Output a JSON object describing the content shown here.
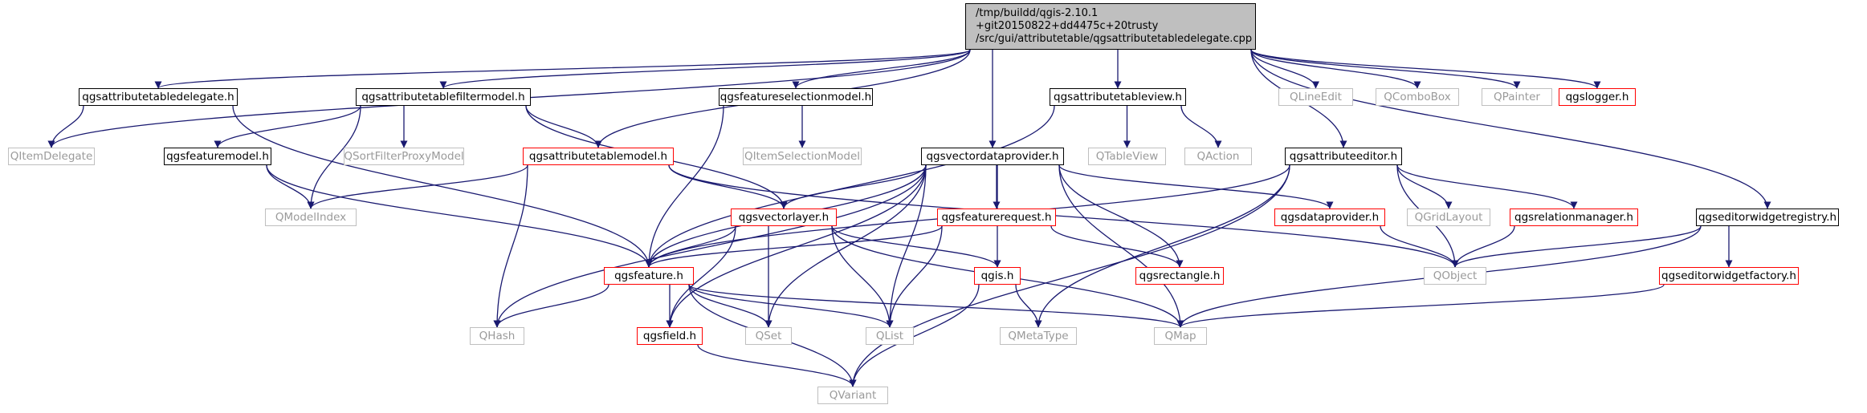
{
  "colors": {
    "edge": "#191970",
    "node_border_black": "#000000",
    "node_border_red": "#ff0000",
    "node_border_grey": "#bfbfbf",
    "grey_text": "#9a9a9a",
    "root_fill": "#bfbfbf"
  },
  "root": {
    "lines": [
      "/tmp/buildd/qgis-2.10.1",
      "+git20150822+dd4475c+20trusty",
      "/src/gui/attributetable/qgsattributetabledelegate.cpp"
    ]
  },
  "nodes": {
    "qgsattributetabledelegate_h": {
      "label": "qgsattributetabledelegate.h",
      "kind": "black"
    },
    "qgsattributetablefiltermodel_h": {
      "label": "qgsattributetablefiltermodel.h",
      "kind": "black"
    },
    "qgsfeatureselectionmodel_h": {
      "label": "qgsfeatureselectionmodel.h",
      "kind": "black"
    },
    "qgsattributetableview_h": {
      "label": "qgsattributetableview.h",
      "kind": "black"
    },
    "QLineEdit": {
      "label": "QLineEdit",
      "kind": "grey"
    },
    "QComboBox": {
      "label": "QComboBox",
      "kind": "grey"
    },
    "QPainter": {
      "label": "QPainter",
      "kind": "grey"
    },
    "qgslogger_h": {
      "label": "qgslogger.h",
      "kind": "red"
    },
    "QItemDelegate": {
      "label": "QItemDelegate",
      "kind": "grey"
    },
    "qgsfeaturemodel_h": {
      "label": "qgsfeaturemodel.h",
      "kind": "black"
    },
    "QSortFilterProxyModel": {
      "label": "QSortFilterProxyModel",
      "kind": "grey"
    },
    "qgsattributetablemodel_h": {
      "label": "qgsattributetablemodel.h",
      "kind": "red"
    },
    "QItemSelectionModel": {
      "label": "QItemSelectionModel",
      "kind": "grey"
    },
    "qgsvectordataprovider_h": {
      "label": "qgsvectordataprovider.h",
      "kind": "black"
    },
    "QTableView": {
      "label": "QTableView",
      "kind": "grey"
    },
    "QAction": {
      "label": "QAction",
      "kind": "grey"
    },
    "qgsattributeeditor_h": {
      "label": "qgsattributeeditor.h",
      "kind": "black"
    },
    "QModelIndex": {
      "label": "QModelIndex",
      "kind": "grey"
    },
    "qgsvectorlayer_h": {
      "label": "qgsvectorlayer.h",
      "kind": "red"
    },
    "qgsfeaturerequest_h": {
      "label": "qgsfeaturerequest.h",
      "kind": "red"
    },
    "qgsdataprovider_h": {
      "label": "qgsdataprovider.h",
      "kind": "red"
    },
    "QGridLayout": {
      "label": "QGridLayout",
      "kind": "grey"
    },
    "qgsrelationmanager_h": {
      "label": "qgsrelationmanager.h",
      "kind": "red"
    },
    "qgseditorwidgetregistry_h": {
      "label": "qgseditorwidgetregistry.h",
      "kind": "black"
    },
    "qgsfeature_h": {
      "label": "qgsfeature.h",
      "kind": "red"
    },
    "qgis_h": {
      "label": "qgis.h",
      "kind": "red"
    },
    "qgsrectangle_h": {
      "label": "qgsrectangle.h",
      "kind": "red"
    },
    "QObject": {
      "label": "QObject",
      "kind": "grey"
    },
    "qgseditorwidgetfactory_h": {
      "label": "qgseditorwidgetfactory.h",
      "kind": "red"
    },
    "QHash": {
      "label": "QHash",
      "kind": "grey"
    },
    "qgsfield_h": {
      "label": "qgsfield.h",
      "kind": "red"
    },
    "QSet": {
      "label": "QSet",
      "kind": "grey"
    },
    "QList": {
      "label": "QList",
      "kind": "grey"
    },
    "QMetaType": {
      "label": "QMetaType",
      "kind": "grey"
    },
    "QMap": {
      "label": "QMap",
      "kind": "grey"
    },
    "QVariant": {
      "label": "QVariant",
      "kind": "grey"
    }
  },
  "edges": [
    [
      "root",
      "qgsattributetabledelegate_h"
    ],
    [
      "root",
      "QItemDelegate"
    ],
    [
      "root",
      "qgsattributetablefiltermodel_h"
    ],
    [
      "root",
      "qgsfeatureselectionmodel_h"
    ],
    [
      "root",
      "qgsattributetablemodel_h"
    ],
    [
      "root",
      "qgsvectordataprovider_h"
    ],
    [
      "root",
      "qgsattributetableview_h"
    ],
    [
      "root",
      "qgsattributeeditor_h"
    ],
    [
      "root",
      "qgseditorwidgetregistry_h"
    ],
    [
      "root",
      "QLineEdit"
    ],
    [
      "root",
      "QComboBox"
    ],
    [
      "root",
      "QPainter"
    ],
    [
      "root",
      "qgslogger_h"
    ],
    [
      "qgsattributetabledelegate_h",
      "QItemDelegate"
    ],
    [
      "qgsattributetabledelegate_h",
      "qgsfeature_h"
    ],
    [
      "qgsattributetablefiltermodel_h",
      "qgsfeaturemodel_h"
    ],
    [
      "qgsattributetablefiltermodel_h",
      "QModelIndex"
    ],
    [
      "qgsattributetablefiltermodel_h",
      "QSortFilterProxyModel"
    ],
    [
      "qgsattributetablefiltermodel_h",
      "qgsattributetablemodel_h"
    ],
    [
      "qgsattributetablefiltermodel_h",
      "qgsvectorlayer_h"
    ],
    [
      "qgsfeaturemodel_h",
      "QModelIndex"
    ],
    [
      "qgsfeaturemodel_h",
      "qgsfeature_h"
    ],
    [
      "qgsfeatureselectionmodel_h",
      "QItemSelectionModel"
    ],
    [
      "qgsfeatureselectionmodel_h",
      "qgsfeature_h"
    ],
    [
      "qgsattributetableview_h",
      "QTableView"
    ],
    [
      "qgsattributetableview_h",
      "QAction"
    ],
    [
      "qgsattributetableview_h",
      "qgsfeature_h"
    ],
    [
      "qgsattributetablemodel_h",
      "QModelIndex"
    ],
    [
      "qgsattributetablemodel_h",
      "QHash"
    ],
    [
      "qgsattributetablemodel_h",
      "qgsvectorlayer_h"
    ],
    [
      "qgsattributetablemodel_h",
      "QObject"
    ],
    [
      "qgsvectordataprovider_h",
      "QHash"
    ],
    [
      "qgsvectordataprovider_h",
      "qgsfeature_h"
    ],
    [
      "qgsvectordataprovider_h",
      "qgsfield_h"
    ],
    [
      "qgsvectordataprovider_h",
      "QSet"
    ],
    [
      "qgsvectordataprovider_h",
      "QList"
    ],
    [
      "qgsvectordataprovider_h",
      "qgsfeaturerequest_h"
    ],
    [
      "qgsvectordataprovider_h",
      "qgis_h"
    ],
    [
      "qgsvectordataprovider_h",
      "qgsrectangle_h"
    ],
    [
      "qgsvectordataprovider_h",
      "QMap"
    ],
    [
      "qgsvectordataprovider_h",
      "qgsdataprovider_h"
    ],
    [
      "qgsvectordataprovider_h",
      "qgsvectorlayer_h"
    ],
    [
      "qgsattributeeditor_h",
      "QGridLayout"
    ],
    [
      "qgsattributeeditor_h",
      "qgsrelationmanager_h"
    ],
    [
      "qgsattributeeditor_h",
      "qgsfeature_h"
    ],
    [
      "qgsattributeeditor_h",
      "QObject"
    ],
    [
      "qgsattributeeditor_h",
      "QMetaType"
    ],
    [
      "qgsattributeeditor_h",
      "QVariant"
    ],
    [
      "qgsvectorlayer_h",
      "qgsfeature_h"
    ],
    [
      "qgsvectorlayer_h",
      "qgsfield_h"
    ],
    [
      "qgsvectorlayer_h",
      "QSet"
    ],
    [
      "qgsvectorlayer_h",
      "QList"
    ],
    [
      "qgsvectorlayer_h",
      "qgis_h"
    ],
    [
      "qgsvectorlayer_h",
      "QMap"
    ],
    [
      "qgsfeaturerequest_h",
      "qgsfeature_h"
    ],
    [
      "qgsfeaturerequest_h",
      "QList"
    ],
    [
      "qgsfeaturerequest_h",
      "qgsrectangle_h"
    ],
    [
      "qgsdataprovider_h",
      "QObject"
    ],
    [
      "qgsrelationmanager_h",
      "QObject"
    ],
    [
      "qgseditorwidgetregistry_h",
      "QObject"
    ],
    [
      "qgseditorwidgetregistry_h",
      "qgseditorwidgetfactory_h"
    ],
    [
      "qgseditorwidgetregistry_h",
      "QMap"
    ],
    [
      "qgseditorwidgetfactory_h",
      "QMap"
    ],
    [
      "qgsfeature_h",
      "QHash"
    ],
    [
      "qgsfeature_h",
      "qgsfield_h"
    ],
    [
      "qgsfeature_h",
      "QSet"
    ],
    [
      "qgsfeature_h",
      "QList"
    ],
    [
      "qgsfeature_h",
      "QMap"
    ],
    [
      "qgsfeature_h",
      "QVariant"
    ],
    [
      "qgis_h",
      "QMetaType"
    ],
    [
      "qgis_h",
      "QVariant"
    ],
    [
      "qgsfield_h",
      "QVariant"
    ]
  ]
}
